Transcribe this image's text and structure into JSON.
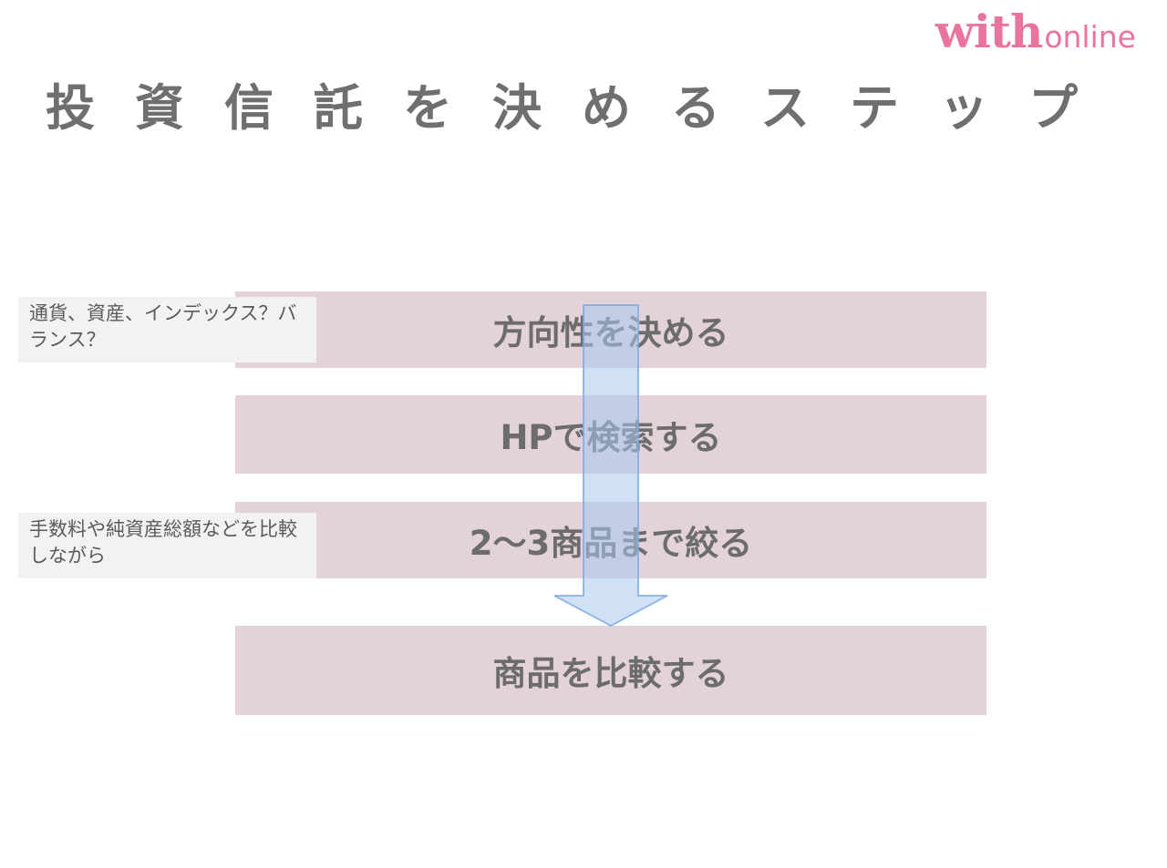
{
  "logo": {
    "brand": "with",
    "suffix": "online"
  },
  "title": "投資信託を決めるステップ",
  "steps": [
    {
      "label": "方向性を決める"
    },
    {
      "label": "HPで検索する"
    },
    {
      "label": "2〜3商品まで絞る"
    },
    {
      "label": "商品を比較する"
    }
  ],
  "notes": [
    {
      "text": "通貨、資産、インデックス？バランス？"
    },
    {
      "text": "手数料や純資産総額などを比較しながら"
    }
  ],
  "colors": {
    "accent": "#e8749f",
    "step_fill": "#e3d2da",
    "note_fill": "#f2f2f2",
    "arrow_fill": "#aac8ee",
    "arrow_stroke": "#7fa9e2",
    "text": "#6f6f6f"
  }
}
